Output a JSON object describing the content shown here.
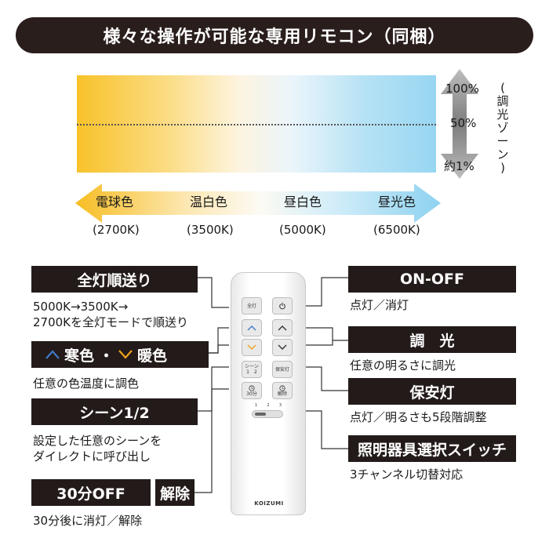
{
  "title": "様々な操作が可能な専用リモコン（同梱）",
  "dimming": {
    "levels": [
      "100%",
      "50%",
      "約1%"
    ],
    "zone_label_chars": [
      "(",
      "調",
      "光",
      "ゾ",
      "ー",
      "ン",
      ")"
    ]
  },
  "color_temps": [
    {
      "name": "電球色",
      "kelvin": "(2700K)"
    },
    {
      "name": "温白色",
      "kelvin": "(3500K)"
    },
    {
      "name": "昼白色",
      "kelvin": "(5000K)"
    },
    {
      "name": "昼光色",
      "kelvin": "(6500K)"
    }
  ],
  "left_features": {
    "sequence": {
      "label": "全灯順送り",
      "desc": [
        "5000K→3500K→",
        "2700Kを全灯モードで順送り"
      ]
    },
    "tone": {
      "cool": "寒色",
      "sep": "・",
      "warm": "暖色",
      "desc": [
        "任意の色温度に調色"
      ]
    },
    "scene": {
      "label": "シーン1/2",
      "desc": [
        "設定した任意のシーンを",
        "ダイレクトに呼び出し"
      ]
    },
    "timer": {
      "label": "30分OFF",
      "release": "解除",
      "desc": [
        "30分後に消灯／解除"
      ]
    }
  },
  "right_features": {
    "power": {
      "label": "ON-OFF",
      "desc": [
        "点灯／消灯"
      ]
    },
    "dim": {
      "label": "調　光",
      "desc": [
        "任意の明るさに調光"
      ]
    },
    "night": {
      "label": "保安灯",
      "desc": [
        "点灯／明るさも5段階調整"
      ]
    },
    "channel": {
      "label": "照明器具選択スイッチ",
      "desc": [
        "3チャンネル切替対応"
      ]
    }
  },
  "remote": {
    "buttons": {
      "all_light": "全灯",
      "scene": "シーン",
      "scene_nums": "1　2",
      "night_light": "保安灯",
      "timer_30": "30分",
      "release": "解除"
    },
    "switch_numbers": [
      "1",
      "2",
      "3"
    ],
    "brand": "KOIZUMI"
  },
  "colors": {
    "dark_box": "#231b1a",
    "warm": "#f8c22a",
    "cool": "#97d6f2",
    "cool_chevron": "#3f79c6",
    "warm_chevron": "#f0a21c",
    "dim_arrow": "#8c8c8c"
  }
}
